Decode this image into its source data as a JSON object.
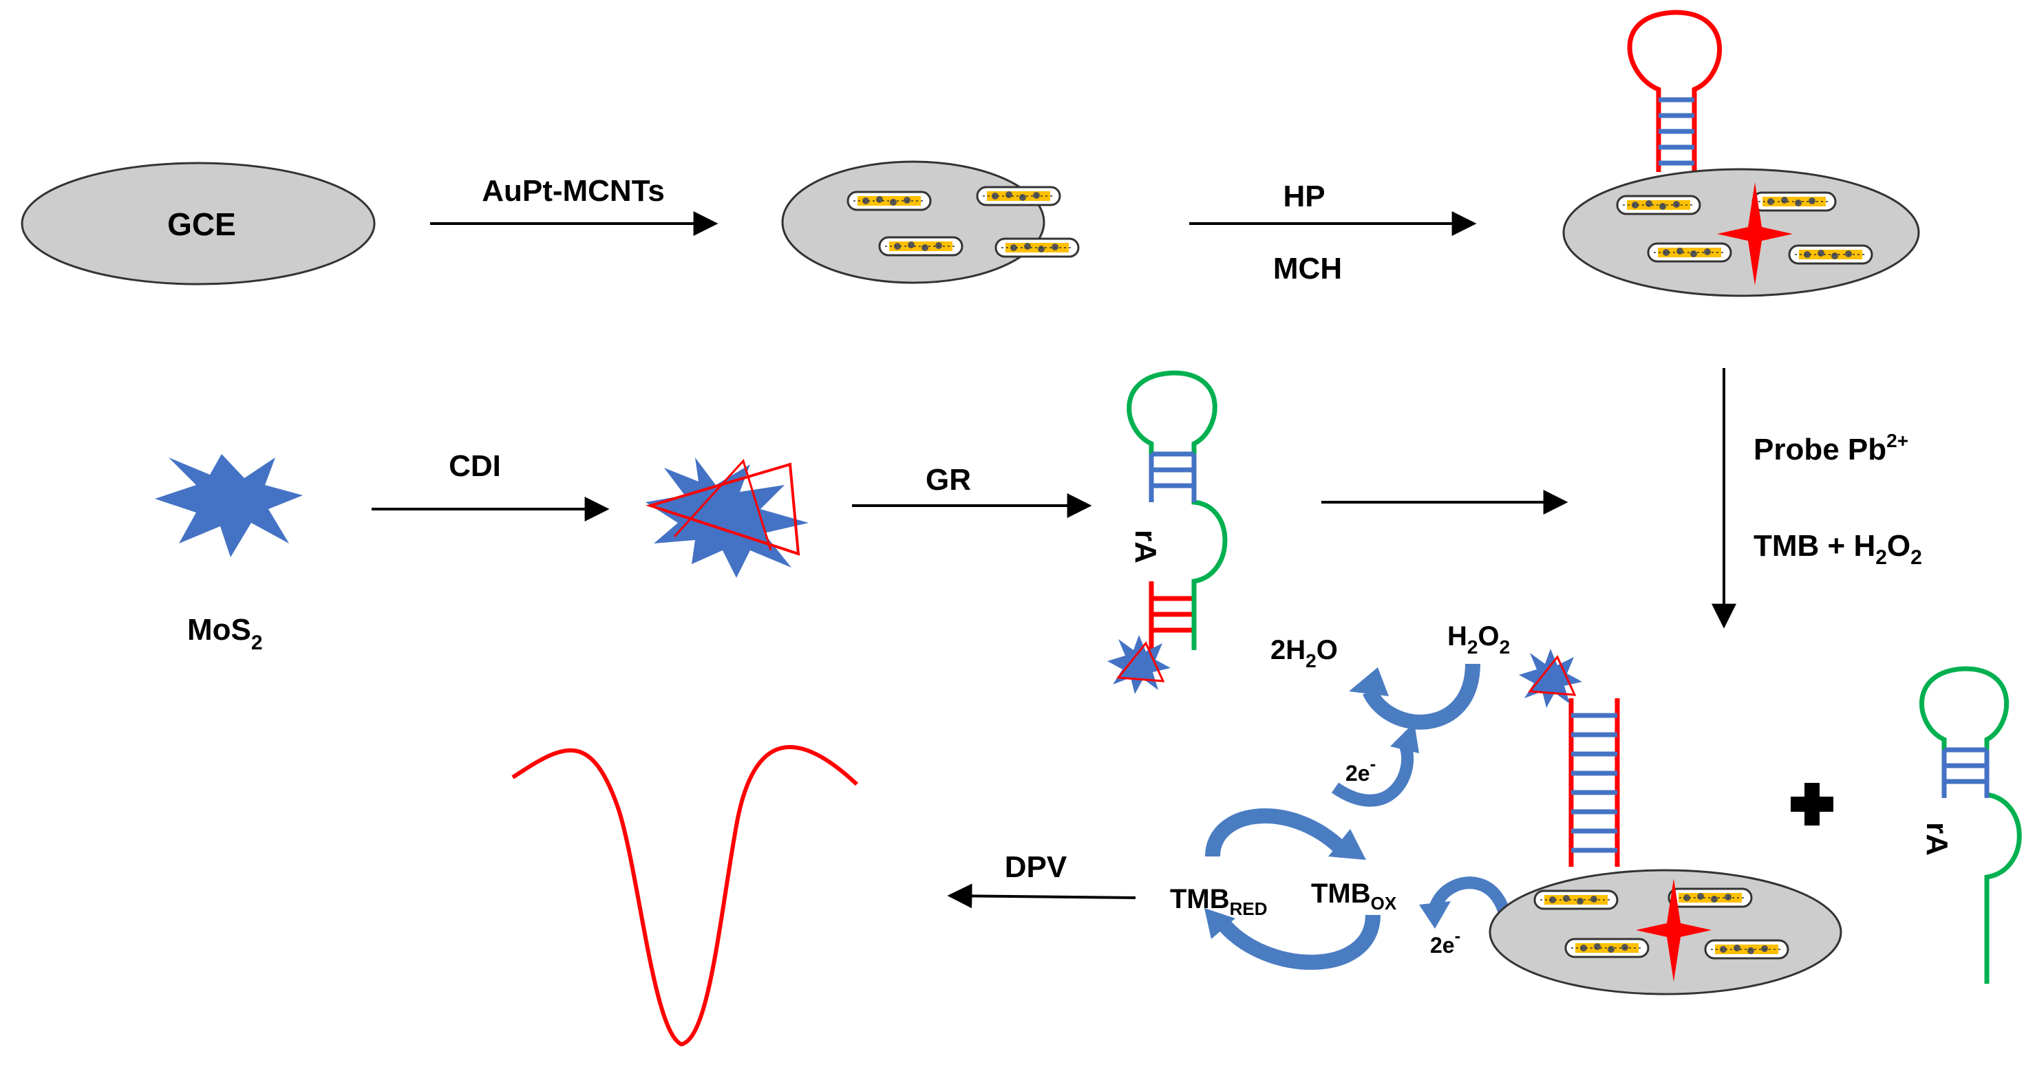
{
  "labels": {
    "gce": "GCE",
    "aupt_mcnts": "AuPt-MCNTs",
    "hp": "HP",
    "mch": "MCH",
    "probe": "Probe Pb",
    "probe_sup": "2+",
    "tmb_h2o2_a": "TMB + H",
    "tmb_h2o2_sub1": "2",
    "tmb_h2o2_b": "O",
    "tmb_h2o2_sub2": "2",
    "mos2_main": "MoS",
    "mos2_sub": "2",
    "cdi": "CDI",
    "gr": "GR",
    "ra": "rA",
    "two_h2o_a": "2H",
    "two_h2o_sub": "2",
    "two_h2o_b": "O",
    "h2o2_a": "H",
    "h2o2_sub1": "2",
    "h2o2_b": "O",
    "h2o2_sub2": "2",
    "two_e": "2e",
    "two_e_sup": "-",
    "tmb": "TMB",
    "red_sub": "RED",
    "ox_sub": "OX",
    "dpv": "DPV"
  },
  "colors": {
    "electrode_fill": "#cdcdcd",
    "electrode_stroke": "#333333",
    "hairpin_loop_red": "#ff0000",
    "hairpin_loop_green": "#00b050",
    "duplex_blue": "#4472c4",
    "mos2_fill": "#4472c4",
    "nanotube_gold": "#ffc000",
    "curved_arrow": "#4a7cc2",
    "dpv_curve": "#ff0000",
    "plus_sign": "#000000"
  }
}
